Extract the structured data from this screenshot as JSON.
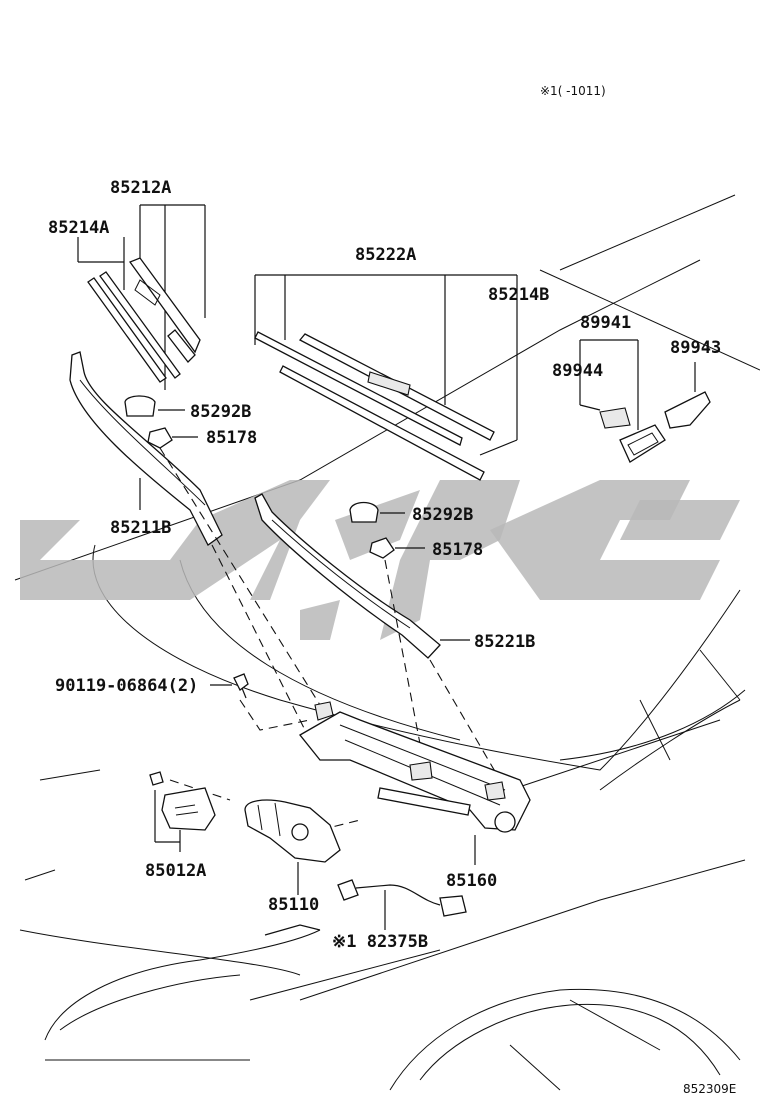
{
  "note_top": "※1(    -1011)",
  "labels": {
    "p85212A": "85212A",
    "p85214A": "85214A",
    "p85222A": "85222A",
    "p85214B": "85214B",
    "p89941": "89941",
    "p89944": "89944",
    "p89943": "89943",
    "p85292B_1": "85292B",
    "p85178_1": "85178",
    "p85211B": "85211B",
    "p85292B_2": "85292B",
    "p85178_2": "85178",
    "p85221B": "85221B",
    "p90119": "90119-06864(2)",
    "p85012A": "85012A",
    "p85160": "85160",
    "p85110": "85110",
    "p82375B": "※1 82375B"
  },
  "figure_code": "852309E",
  "watermark_icon": "watermark-logo-icon"
}
